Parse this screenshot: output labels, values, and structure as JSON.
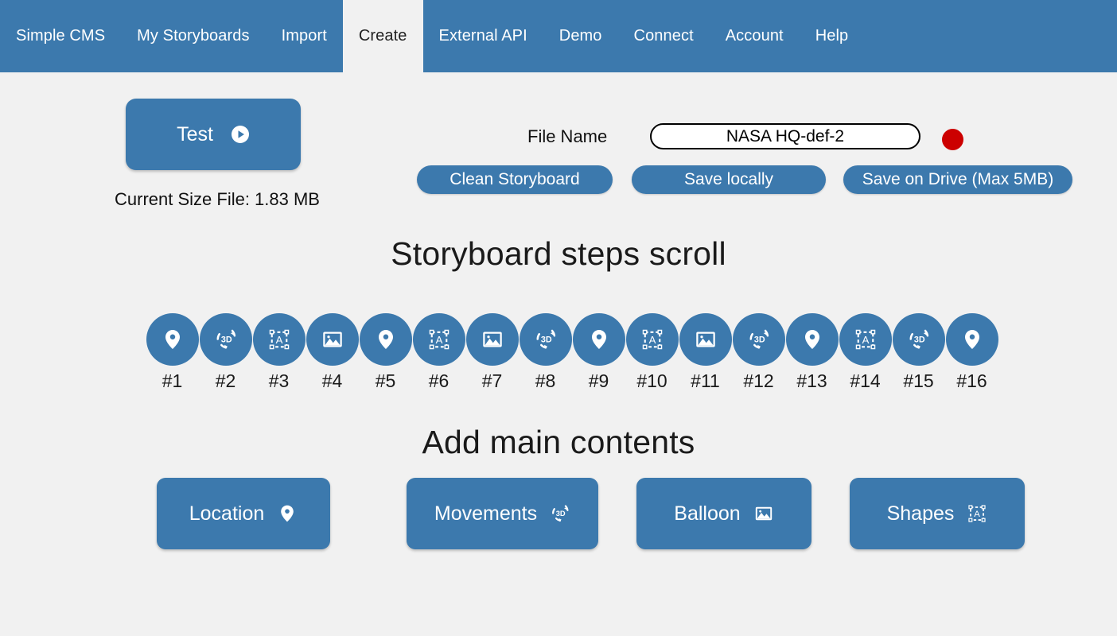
{
  "nav": {
    "items": [
      {
        "label": "Simple CMS",
        "name": "nav-simple-cms",
        "active": false
      },
      {
        "label": "My Storyboards",
        "name": "nav-my-storyboards",
        "active": false
      },
      {
        "label": "Import",
        "name": "nav-import",
        "active": false
      },
      {
        "label": "Create",
        "name": "nav-create",
        "active": true
      },
      {
        "label": "External API",
        "name": "nav-external-api",
        "active": false
      },
      {
        "label": "Demo",
        "name": "nav-demo",
        "active": false
      },
      {
        "label": "Connect",
        "name": "nav-connect",
        "active": false
      },
      {
        "label": "Account",
        "name": "nav-account",
        "active": false
      },
      {
        "label": "Help",
        "name": "nav-help",
        "active": false
      }
    ]
  },
  "toolbar": {
    "test_label": "Test",
    "test_icon": "play-circle-icon",
    "current_size_file": "Current Size File:  1.83 MB",
    "filename_label": "File Name",
    "filename_value": "NASA HQ-def-2",
    "filename_placeholder": "File name",
    "record_indicator": "record-dot",
    "record_color": "#cc0000",
    "clean_storyboard_label": "Clean Storyboard",
    "save_locally_label": "Save locally",
    "save_on_drive_label": "Save on Drive (Max 5MB)"
  },
  "steps_section": {
    "title": "Storyboard steps scroll",
    "steps": [
      {
        "label": "#1",
        "icon": "location-pin-icon"
      },
      {
        "label": "#2",
        "icon": "rotate-3d-icon"
      },
      {
        "label": "#3",
        "icon": "shapes-text-icon"
      },
      {
        "label": "#4",
        "icon": "image-icon"
      },
      {
        "label": "#5",
        "icon": "location-pin-icon"
      },
      {
        "label": "#6",
        "icon": "shapes-text-icon"
      },
      {
        "label": "#7",
        "icon": "image-icon"
      },
      {
        "label": "#8",
        "icon": "rotate-3d-icon"
      },
      {
        "label": "#9",
        "icon": "location-pin-icon"
      },
      {
        "label": "#10",
        "icon": "shapes-text-icon"
      },
      {
        "label": "#11",
        "icon": "image-icon"
      },
      {
        "label": "#12",
        "icon": "rotate-3d-icon"
      },
      {
        "label": "#13",
        "icon": "location-pin-icon"
      },
      {
        "label": "#14",
        "icon": "shapes-text-icon"
      },
      {
        "label": "#15",
        "icon": "rotate-3d-icon"
      },
      {
        "label": "#16",
        "icon": "location-pin-icon"
      }
    ]
  },
  "contents_section": {
    "title": "Add main contents",
    "buttons": [
      {
        "label": "Location",
        "icon": "location-pin-icon",
        "name": "add-location-button"
      },
      {
        "label": "Movements",
        "icon": "rotate-3d-icon",
        "name": "add-movements-button"
      },
      {
        "label": "Balloon",
        "icon": "image-icon",
        "name": "add-balloon-button"
      },
      {
        "label": "Shapes",
        "icon": "shapes-text-icon",
        "name": "add-shapes-button"
      }
    ]
  },
  "colors": {
    "brand_blue": "#3c79ad",
    "page_background": "#f1f1f1",
    "record_red": "#cc0000",
    "text_dark": "#1a1a1a"
  }
}
